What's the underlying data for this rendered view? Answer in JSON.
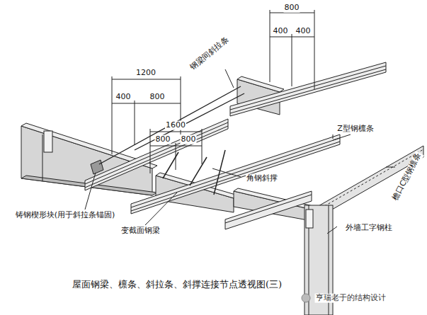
{
  "diagram": {
    "caption": "屋面钢梁、檩条、斜拉条、斜撑连接节点透视图(三)",
    "labels": [
      "800",
      "400",
      "400",
      "1200",
      "400",
      "800",
      "1600",
      "800",
      "800",
      "钢梁间斜拉条",
      "Z型钢檩条",
      "檐口C型钢檩条",
      "角钢斜撑",
      "铸钢楔形块(用于斜拉条锚固)",
      "变截面钢梁",
      "外墙工字钢柱",
      "亨瑞老于的结构设计"
    ]
  }
}
